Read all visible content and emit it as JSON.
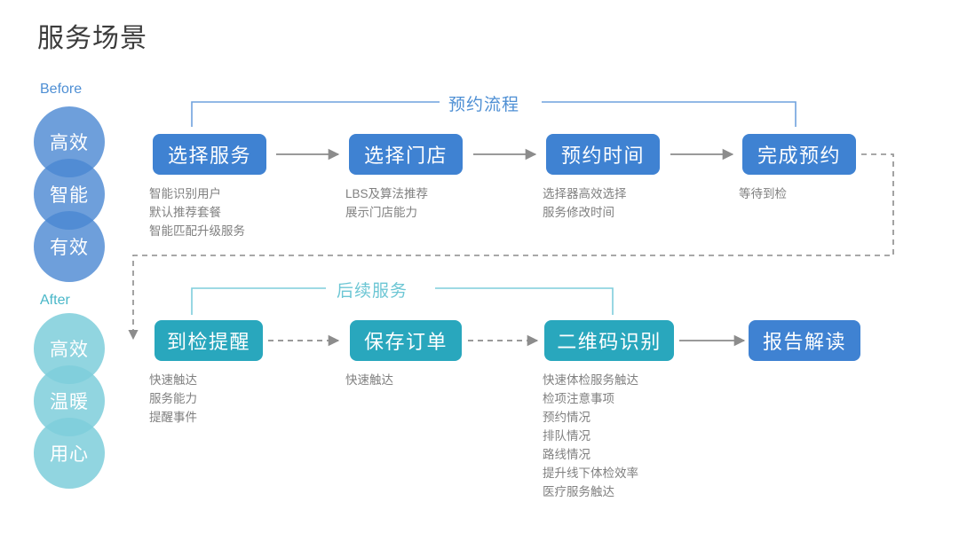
{
  "page": {
    "title": "服务场景",
    "background": "#ffffff"
  },
  "colors": {
    "blue_node": "#3f82d2",
    "teal_node": "#29a7bd",
    "blue_circle": "rgba(74,135,210,0.80)",
    "teal_circle": "rgba(126,206,219,0.85)",
    "blue_accent": "#4e8fd4",
    "teal_accent": "#6cc6d4",
    "arrow_gray": "#8c8c8c",
    "bullet_gray": "#808080",
    "title_gray": "#3c3c3c"
  },
  "stages": {
    "before": {
      "label": "Before",
      "circles": [
        {
          "text": "高效"
        },
        {
          "text": "智能"
        },
        {
          "text": "有效"
        }
      ]
    },
    "after": {
      "label": "After",
      "circles": [
        {
          "text": "高效"
        },
        {
          "text": "温暖"
        },
        {
          "text": "用心"
        }
      ]
    }
  },
  "brackets": {
    "top": {
      "label": "预约流程"
    },
    "bottom": {
      "label": "后续服务"
    }
  },
  "flow_top": [
    {
      "node": "选择服务",
      "bullets": [
        "智能识别用户",
        "默认推荐套餐",
        "智能匹配升级服务"
      ]
    },
    {
      "node": "选择门店",
      "bullets": [
        "LBS及算法推荐",
        "展示门店能力"
      ]
    },
    {
      "node": "预约时间",
      "bullets": [
        "选择器高效选择",
        "服务修改时间"
      ]
    },
    {
      "node": "完成预约",
      "bullets": [
        "等待到检"
      ]
    }
  ],
  "flow_bottom": [
    {
      "node": "到检提醒",
      "bullets": [
        "快速触达",
        "服务能力",
        "提醒事件"
      ]
    },
    {
      "node": "保存订单",
      "bullets": [
        "快速触达"
      ]
    },
    {
      "node": "二维码识别",
      "bullets": [
        "快速体检服务触达",
        "检项注意事项",
        "预约情况",
        "排队情况",
        "路线情况",
        "提升线下体检效率",
        "医疗服务触达"
      ]
    },
    {
      "node": "报告解读",
      "bullets": []
    }
  ]
}
